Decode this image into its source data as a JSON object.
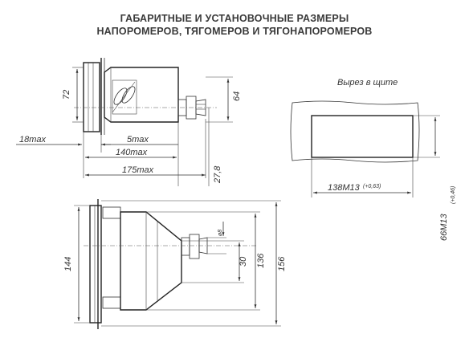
{
  "title": {
    "line1": "ГАБАРИТНЫЕ И УСТАНОВОЧНЫЕ РАЗМЕРЫ",
    "line2": "НАПОРОМЕРОВ, ТЯГОМЕРОВ И ТЯГОНАПОРОМЕРОВ"
  },
  "top_view": {
    "height_left": "72",
    "height_right": "64",
    "flange_thickness": "18max",
    "depth_a": "5max",
    "depth_b": "140max",
    "depth_c": "175max",
    "offset_vertical": "27,8"
  },
  "cutout": {
    "caption": "Вырез в щите",
    "width_label": "138M13",
    "width_tolerance": "(+0,63)",
    "height_label": "66M13",
    "height_tolerance": "(+0,46)"
  },
  "side_view": {
    "height_left": "144",
    "thread": "ø8",
    "dim_30": "30",
    "dim_136": "136",
    "dim_156": "156"
  }
}
